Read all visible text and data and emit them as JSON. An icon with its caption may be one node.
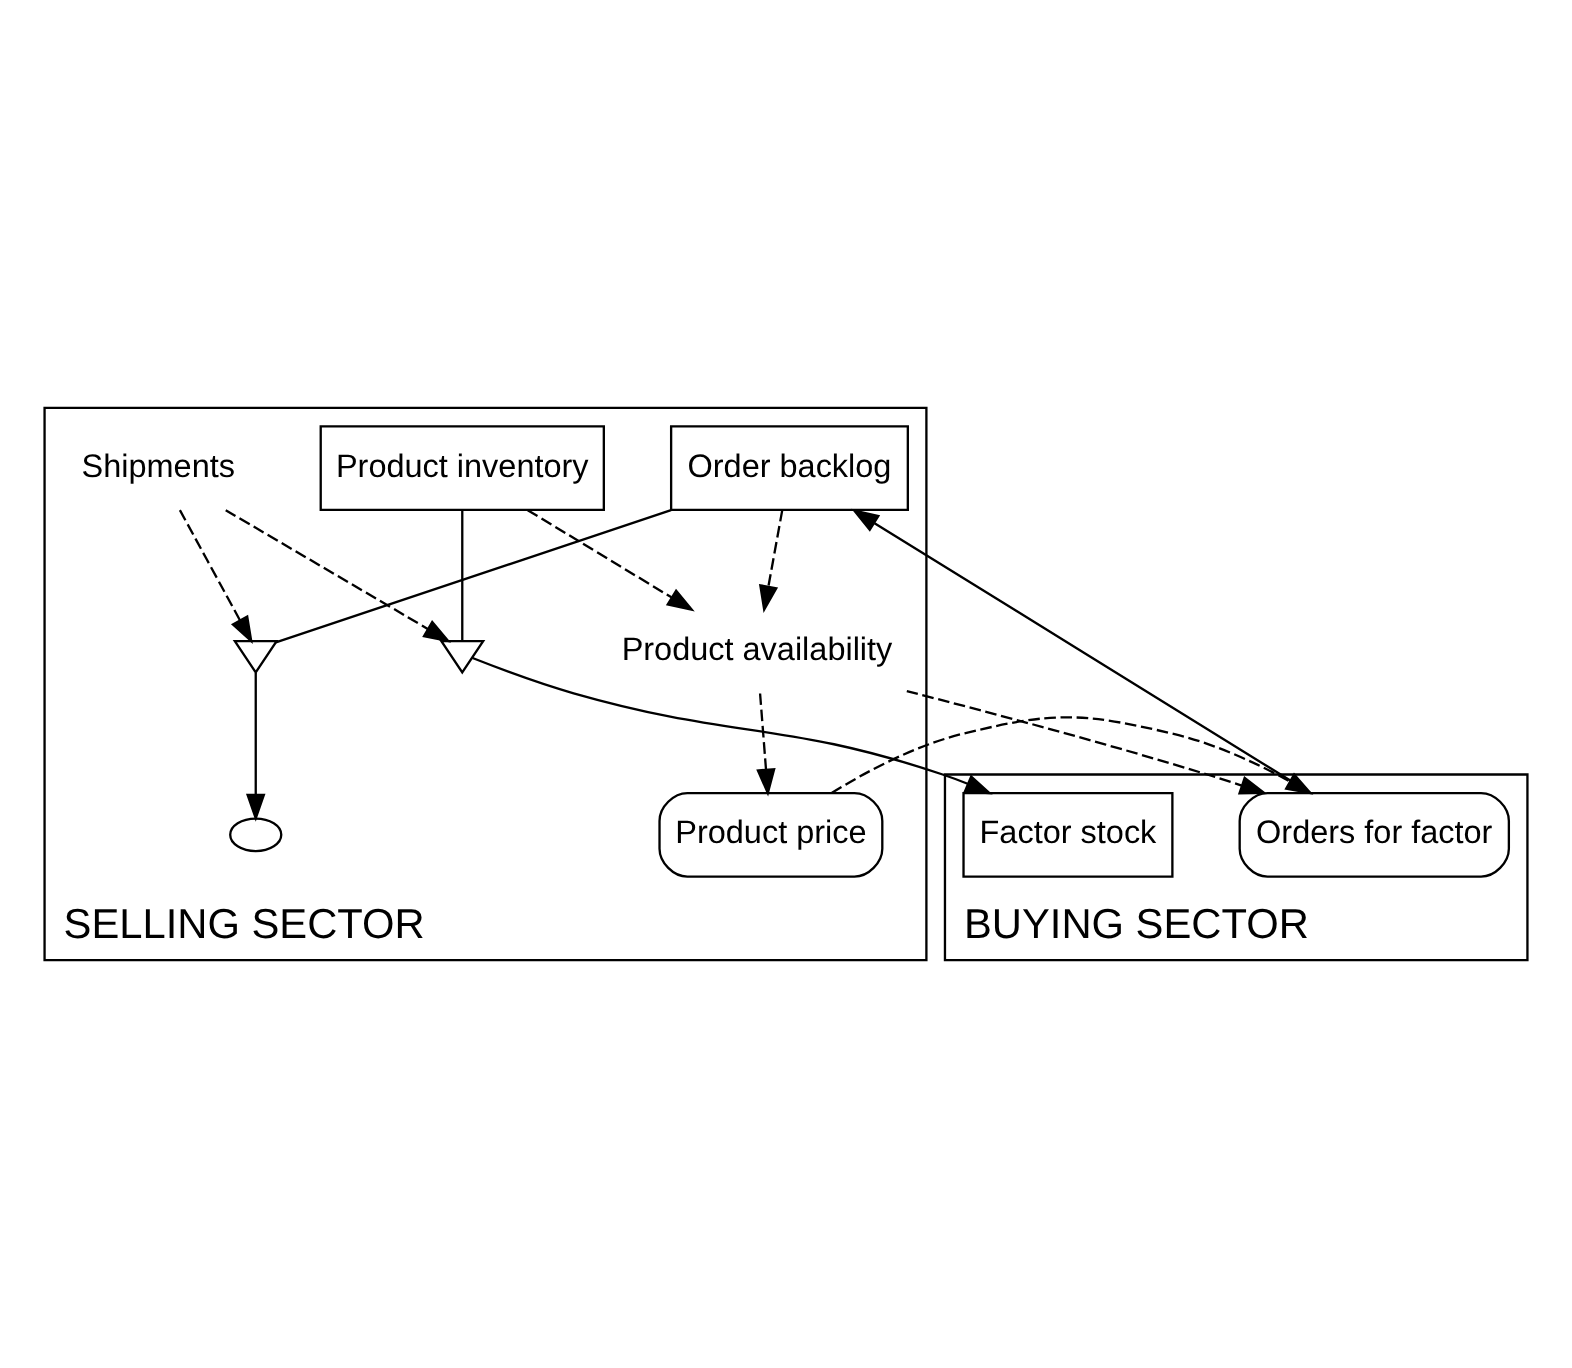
{
  "diagram": {
    "nodes": [
      {
        "text": [
          "SELLING SECTOR"
        ]
      },
      {
        "text": [
          "BUYING SECTOR"
        ]
      },
      {
        "text": [
          "Product price"
        ],
        "in": 0
      },
      {
        "text": [
          "Order backlog"
        ],
        "in": 0
      },
      {
        "text": [
          "Orders for factor"
        ],
        "in": 1
      },
      {
        "text": [
          "Shipments"
        ],
        "in": 0
      },
      {
        "text": [
          "Product availability"
        ],
        "in": 0
      },
      {
        "text": [
          "Product inventory"
        ],
        "in": 0
      },
      {
        "text": [
          "Factor stock"
        ],
        "in": 1
      },
      {
        "text": [],
        "shape": "valve",
        "in": 0
      },
      {
        "text": [],
        "shape": "cloud",
        "in": 0
      },
      {
        "text": [],
        "shape": "valve",
        "in": 0
      }
    ],
    "edges": [
      {
        "from": 4,
        "to": 3,
        "arrow": "to"
      },
      {
        "from": 3,
        "to": 9,
        "arrow": "none"
      },
      {
        "from": 9,
        "to": 10,
        "arrow": "to"
      },
      {
        "from": 5,
        "to": 9,
        "arrow": "to",
        "style": "dashed"
      },
      {
        "from": 5,
        "to": 11,
        "arrow": "to",
        "style": "dashed"
      },
      {
        "from": 3,
        "to": 6,
        "arrow": "to",
        "style": "dashed"
      },
      {
        "from": 7,
        "to": 6,
        "arrow": "to",
        "style": "dashed"
      },
      {
        "from": 6,
        "to": 2,
        "arrow": "to",
        "style": "dashed"
      },
      {
        "from": 2,
        "to": 4,
        "arrow": "to",
        "style": "dashed"
      },
      {
        "from": 6,
        "to": 4,
        "arrow": "to",
        "style": "dashed"
      },
      {
        "from": 7,
        "to": 11,
        "arrow": "none"
      },
      {
        "from": 11,
        "to": 8,
        "arrow": "to"
      }
    ]
  }
}
